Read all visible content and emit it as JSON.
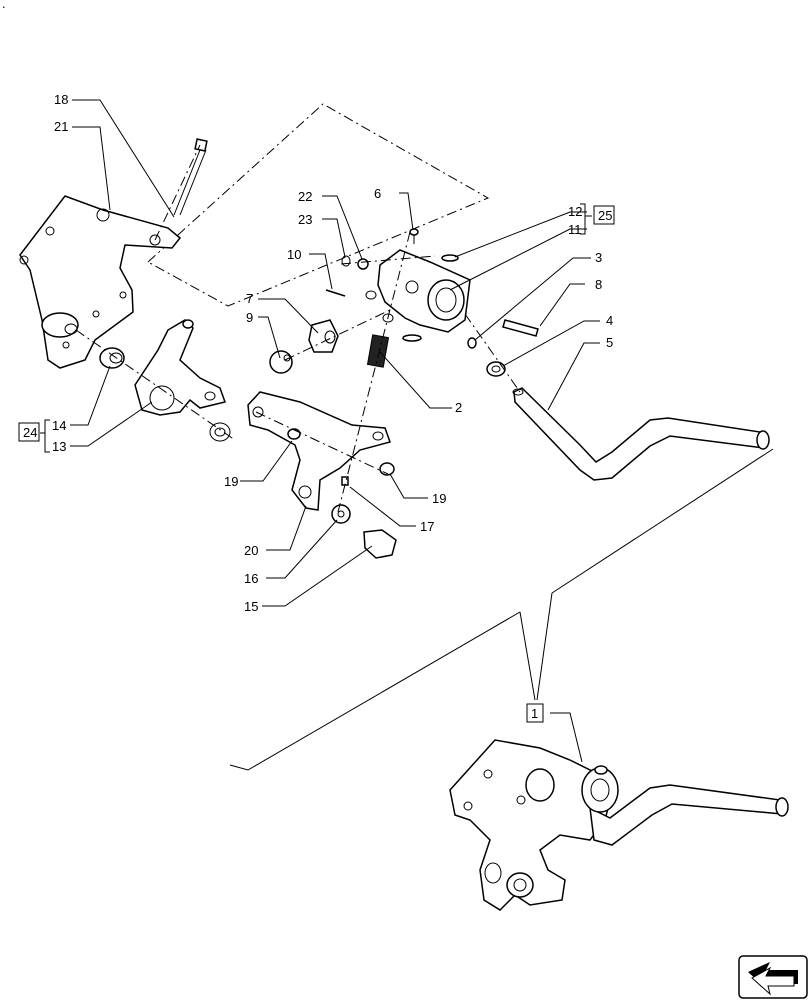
{
  "callouts": {
    "c1": "1",
    "c2": "2",
    "c3": "3",
    "c4": "4",
    "c5": "5",
    "c6": "6",
    "c7": "7",
    "c8": "8",
    "c9": "9",
    "c10": "10",
    "c11": "11",
    "c12": "12",
    "c13": "13",
    "c14": "14",
    "c15": "15",
    "c16": "16",
    "c17": "17",
    "c18": "18",
    "c19a": "19",
    "c19b": "19",
    "c20": "20",
    "c21": "21",
    "c22": "22",
    "c23": "23",
    "c24": "24",
    "c25": "25"
  },
  "corner_mark": "."
}
